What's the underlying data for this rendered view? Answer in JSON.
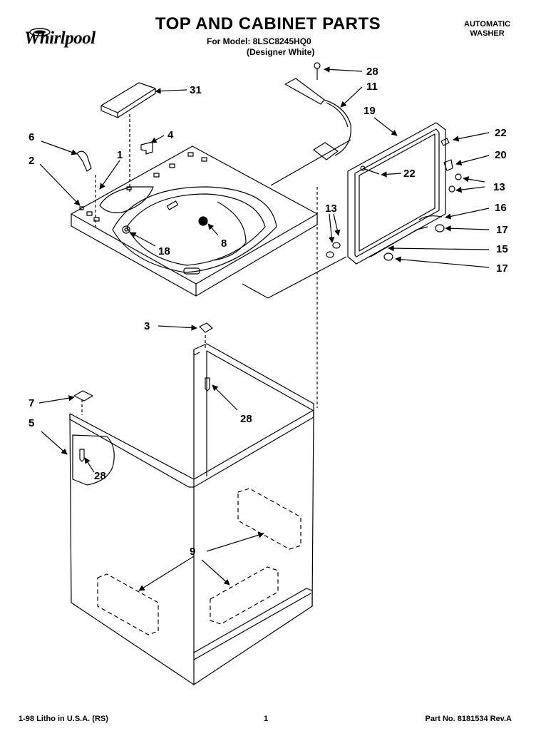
{
  "header": {
    "brand": "Whirlpool",
    "title": "TOP AND CABINET PARTS",
    "model_line": "For Model: 8LSC8245HQ0",
    "variant_line": "(Designer White)",
    "product_line1": "AUTOMATIC",
    "product_line2": "WASHER"
  },
  "callouts": [
    "28",
    "11",
    "31",
    "19",
    "4",
    "6",
    "1",
    "2",
    "22",
    "22",
    "20",
    "13",
    "16",
    "13",
    "17",
    "15",
    "17",
    "8",
    "18",
    "3",
    "28",
    "7",
    "5",
    "28",
    "9"
  ],
  "footer": {
    "litho": "1-98 Litho in U.S.A. (RS)",
    "page": "1",
    "part_number": "Part No. 8181534 Rev.A"
  }
}
